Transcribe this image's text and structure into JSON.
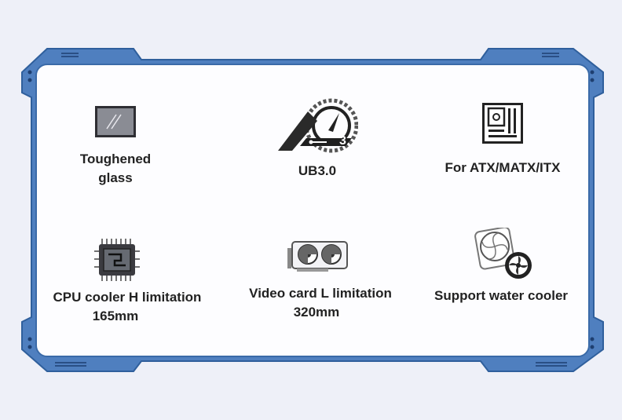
{
  "colors": {
    "frame": "#4f7fbf",
    "frame_dark": "#2f5f9c",
    "panel": "#fdfdff",
    "background": "#eef0f8"
  },
  "features": [
    {
      "icon": "tempered-glass-icon",
      "line1": "Toughened",
      "line2": "glass"
    },
    {
      "icon": "usb-speed-gauge-icon",
      "line1": "UB3.0",
      "line2": ""
    },
    {
      "icon": "motherboard-icon",
      "line1": "For ATX/MATX/ITX",
      "line2": ""
    },
    {
      "icon": "cpu-chip-icon",
      "line1": "CPU cooler H limitation",
      "line2": "165mm"
    },
    {
      "icon": "graphics-card-icon",
      "line1": "Video card L limitation",
      "line2": "320mm"
    },
    {
      "icon": "water-cooler-fan-icon",
      "line1": "Support water cooler",
      "line2": ""
    }
  ]
}
